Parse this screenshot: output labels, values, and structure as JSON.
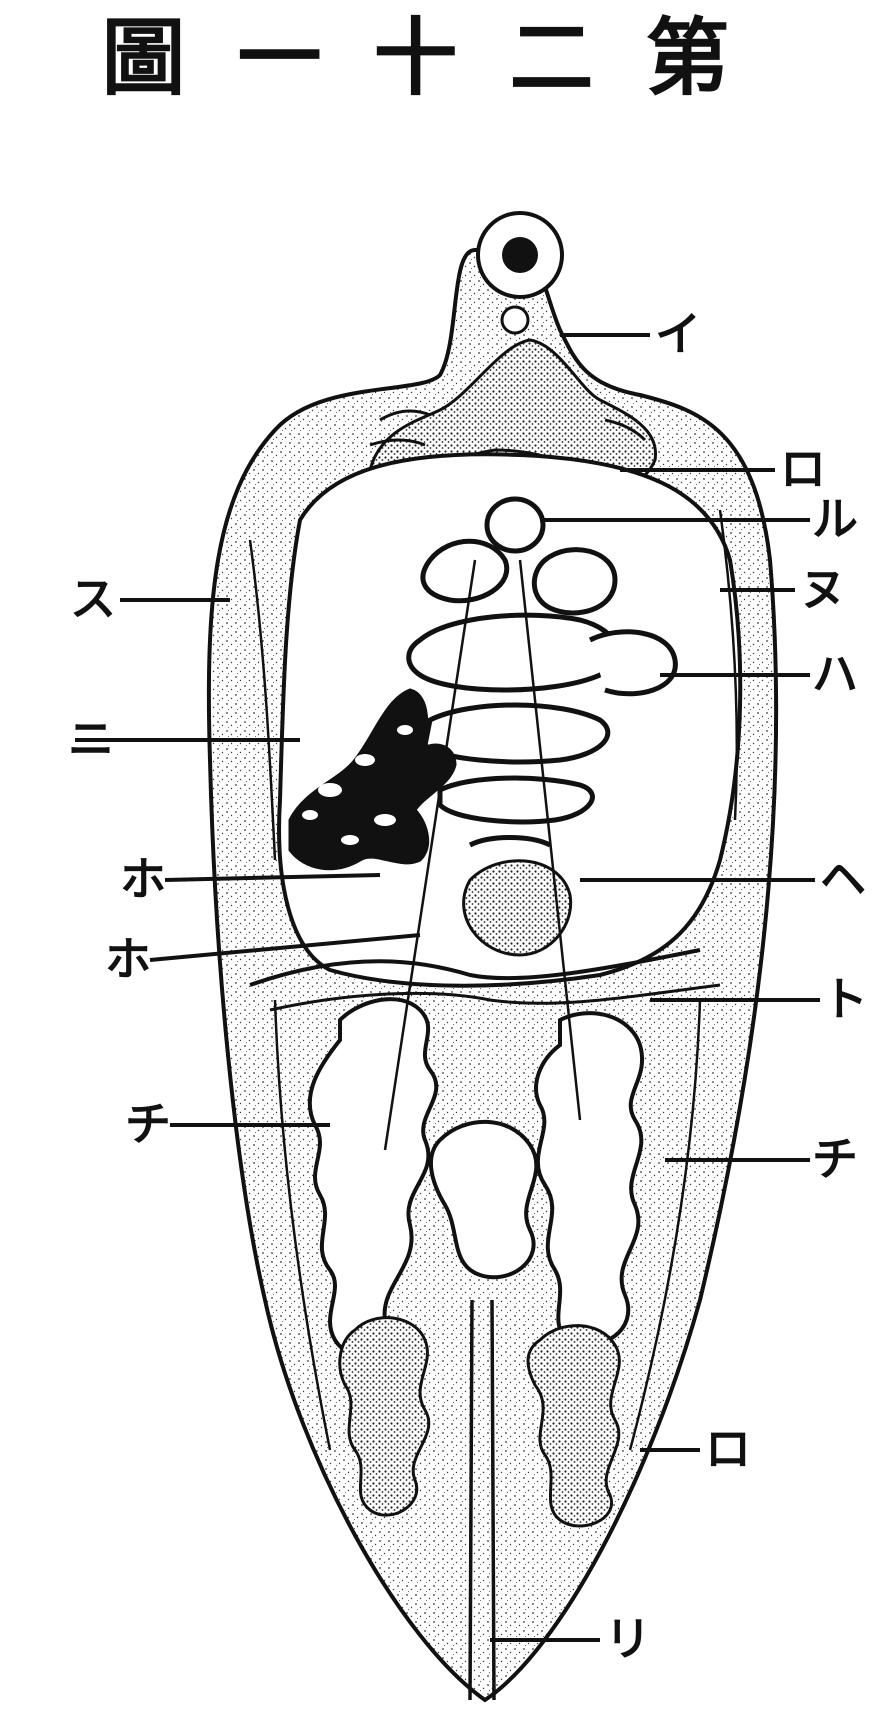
{
  "figure_title": "圖一十二第",
  "labels": {
    "i": "イ",
    "ro_top": "ロ",
    "ru": "ル",
    "nu": "ヌ",
    "su": "ス",
    "ha": "ハ",
    "ni": "ニ",
    "he": "ヘ",
    "ho_upper": "ホ",
    "ho_lower": "ホ",
    "to": "ト",
    "chi_left": "チ",
    "chi_right": "チ",
    "ro_bottom": "ロ",
    "ri": "リ"
  },
  "colors": {
    "ink": "#111111",
    "paper": "#ffffff",
    "stipple": "#3a3a3a"
  }
}
